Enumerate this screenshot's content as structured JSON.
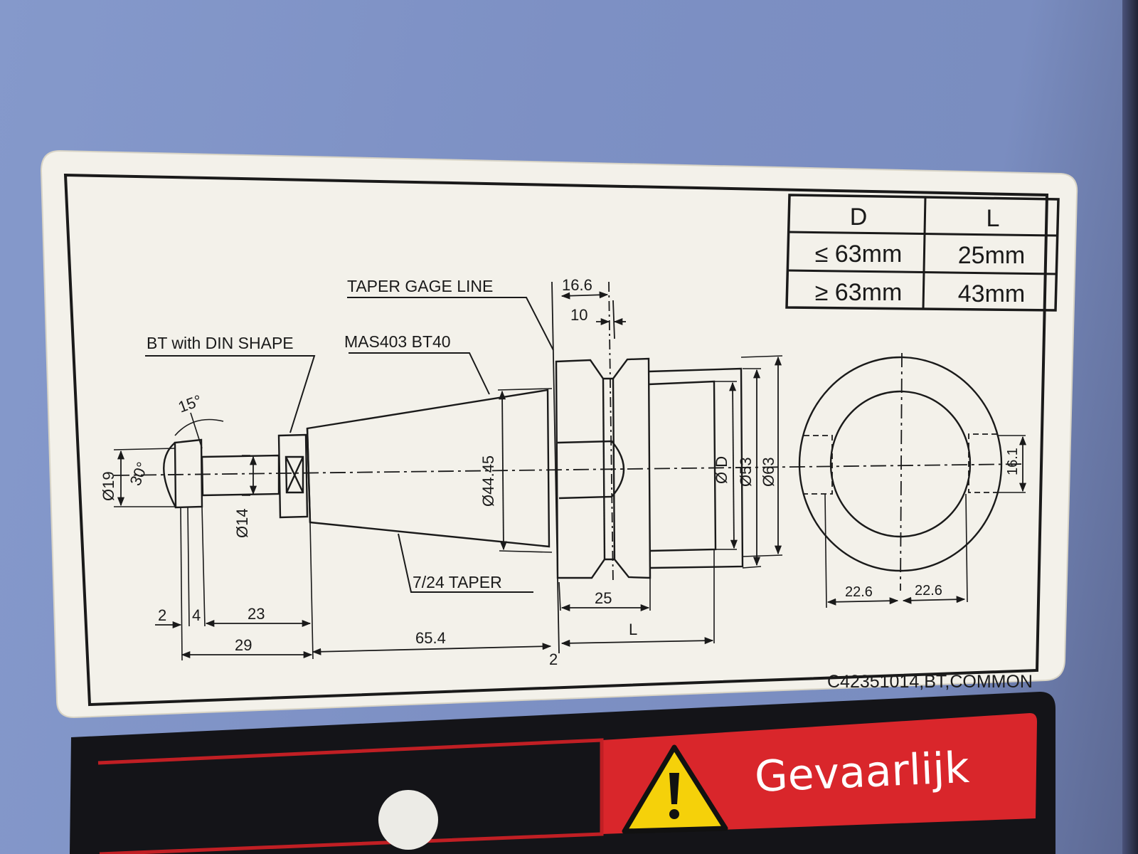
{
  "label": {
    "table": {
      "headers": [
        "D",
        "L"
      ],
      "rows": [
        [
          "≤ 63mm",
          "25mm"
        ],
        [
          "≥ 63mm",
          "43mm"
        ]
      ]
    },
    "callouts": {
      "taper_gage_line": "TAPER  GAGE  LINE",
      "bt_din_shape": "BT with DIN SHAPE",
      "mas403": "MAS403  BT40",
      "taper_ratio": "7/24 TAPER"
    },
    "dimensions": {
      "d166": "16.6",
      "d10": "10",
      "d15deg": "15°",
      "d30deg": "30°",
      "dia19": "Ø19",
      "dia14": "Ø14",
      "dia4445": "Ø44.45",
      "diaD": "Ø D",
      "dia53": "Ø53",
      "dia63": "Ø63",
      "d161": "16.1",
      "d2a": "2",
      "d4": "4",
      "d23": "23",
      "d29": "29",
      "d654": "65.4",
      "d2b": "2",
      "d25": "25",
      "dL": "L",
      "d226a": "22.6",
      "d226b": "22.6"
    },
    "part_code": "C42351014,BT,COMMON"
  },
  "warning": {
    "text": "Gevaarlijk",
    "icon": "warning-triangle-icon"
  },
  "colors": {
    "cabinet": "#7f93c6",
    "label_paper": "#f3f1ea",
    "ink": "#1a1a1a",
    "warning_red": "#d9262b",
    "warning_yellow": "#f5d10a"
  }
}
